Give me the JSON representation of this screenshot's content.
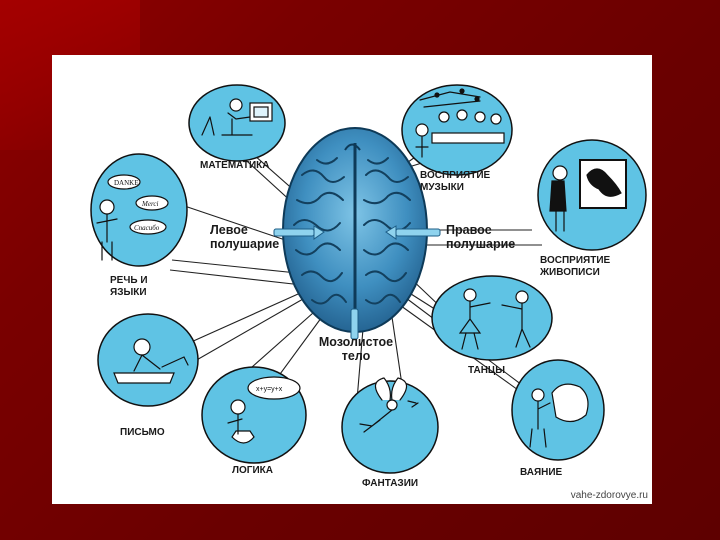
{
  "slide": {
    "left_hemisphere_label": "Левое полушарие",
    "right_hemisphere_label": "Правое полушарие",
    "corpus_callosum_label": "Мозолистое тело",
    "credit": "vahe-zdorovye.ru"
  },
  "functions": [
    {
      "label": "МАТЕМАТИКА",
      "icon": "mathematician-at-computer-icon"
    },
    {
      "label": "ВОСПРИЯТИЕ МУЗЫКИ",
      "icon": "orchestra-icon"
    },
    {
      "label": "ВОСПРИЯТИЕ ЖИВОПИСИ",
      "icon": "painting-viewer-icon"
    },
    {
      "label": "РЕЧЬ И ЯЗЫКИ",
      "icon": "speaking-person-icon"
    },
    {
      "label": "ТАНЦЫ",
      "icon": "dancing-couple-icon"
    },
    {
      "label": "ПИСЬМО",
      "icon": "writing-person-icon"
    },
    {
      "label": "ЛОГИКА",
      "icon": "thinking-person-icon"
    },
    {
      "label": "ФАНТАЗИИ",
      "icon": "flying-fairy-icon"
    },
    {
      "label": "ВАЯНИЕ",
      "icon": "sculptor-icon"
    }
  ],
  "speech_bubbles": [
    "DANKE",
    "Merci",
    "Спасибо"
  ],
  "logic_bubble": "x+y=y+x",
  "colors": {
    "background": "#7a0000",
    "panel": "#ffffff",
    "circle_fill": "#5fc3e4",
    "brain_fill": "#3f8fc0",
    "brain_folds": "#13405e",
    "lines": "#222222"
  }
}
